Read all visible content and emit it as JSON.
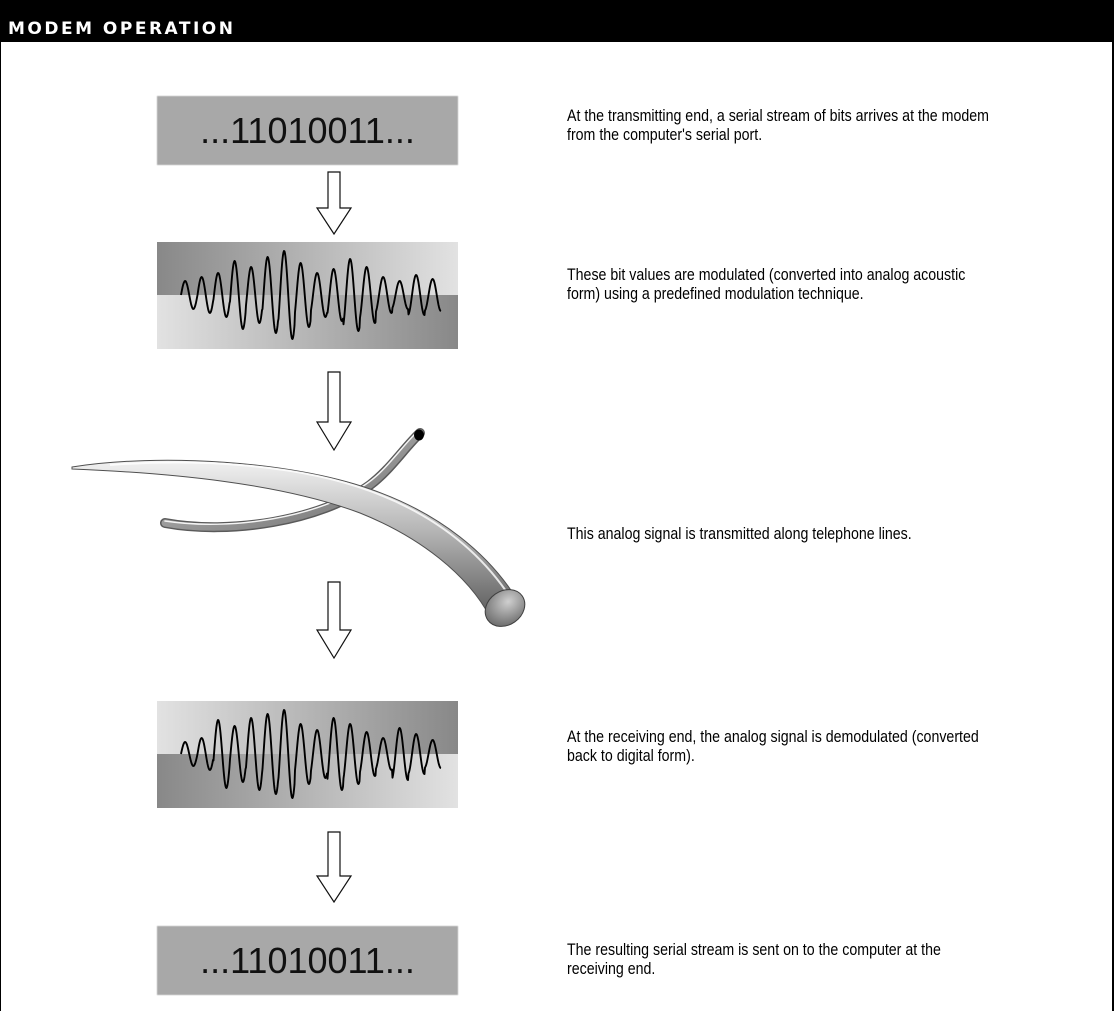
{
  "header": {
    "title": "MODEM OPERATION"
  },
  "steps": [
    {
      "text": "At the  transmitting end, a serial stream of bits arrives at the modem from the computer's serial port."
    },
    {
      "text": "These bit values are modulated (converted into analog acoustic form) using a predefined modulation technique."
    },
    {
      "text": "This analog signal is transmitted along telephone lines."
    },
    {
      "text": "At the receiving end, the analog signal is demodulated (converted back to digital form)."
    },
    {
      "text": "The resulting serial stream is sent  on to the computer at the receiving end."
    }
  ],
  "bitstream": {
    "input": "...11010011...",
    "output": "...11010011..."
  }
}
